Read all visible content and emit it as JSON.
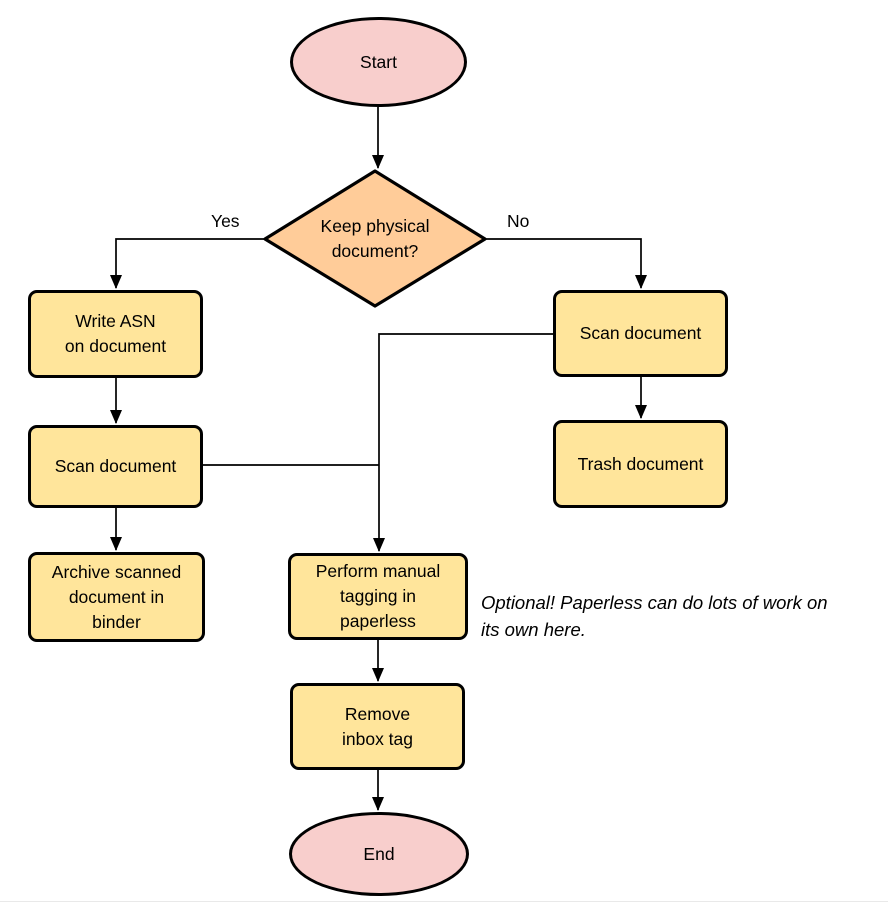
{
  "flowchart": {
    "nodes": {
      "start": {
        "label": "Start",
        "type": "terminal"
      },
      "decision": {
        "label": "Keep physical\ndocument?",
        "type": "decision"
      },
      "write_asn": {
        "label": "Write ASN\non document",
        "type": "process"
      },
      "scan_left": {
        "label": "Scan document",
        "type": "process"
      },
      "archive": {
        "label": "Archive scanned\ndocument in\nbinder",
        "type": "process"
      },
      "scan_right": {
        "label": "Scan document",
        "type": "process"
      },
      "trash": {
        "label": "Trash document",
        "type": "process"
      },
      "tagging": {
        "label": "Perform manual\ntagging in\npaperless",
        "type": "process"
      },
      "remove_inbox_tag": {
        "label": "Remove\ninbox tag",
        "type": "process"
      },
      "end": {
        "label": "End",
        "type": "terminal"
      }
    },
    "edge_labels": {
      "yes": "Yes",
      "no": "No"
    },
    "annotation": "Optional! Paperless can do lots of work on\nits own here.",
    "colors": {
      "terminal_fill": "#F8CECC",
      "decision_fill": "#FFCC99",
      "process_fill": "#FFE59B",
      "stroke": "#000000",
      "footer_divider": "#e9e9e9"
    }
  }
}
